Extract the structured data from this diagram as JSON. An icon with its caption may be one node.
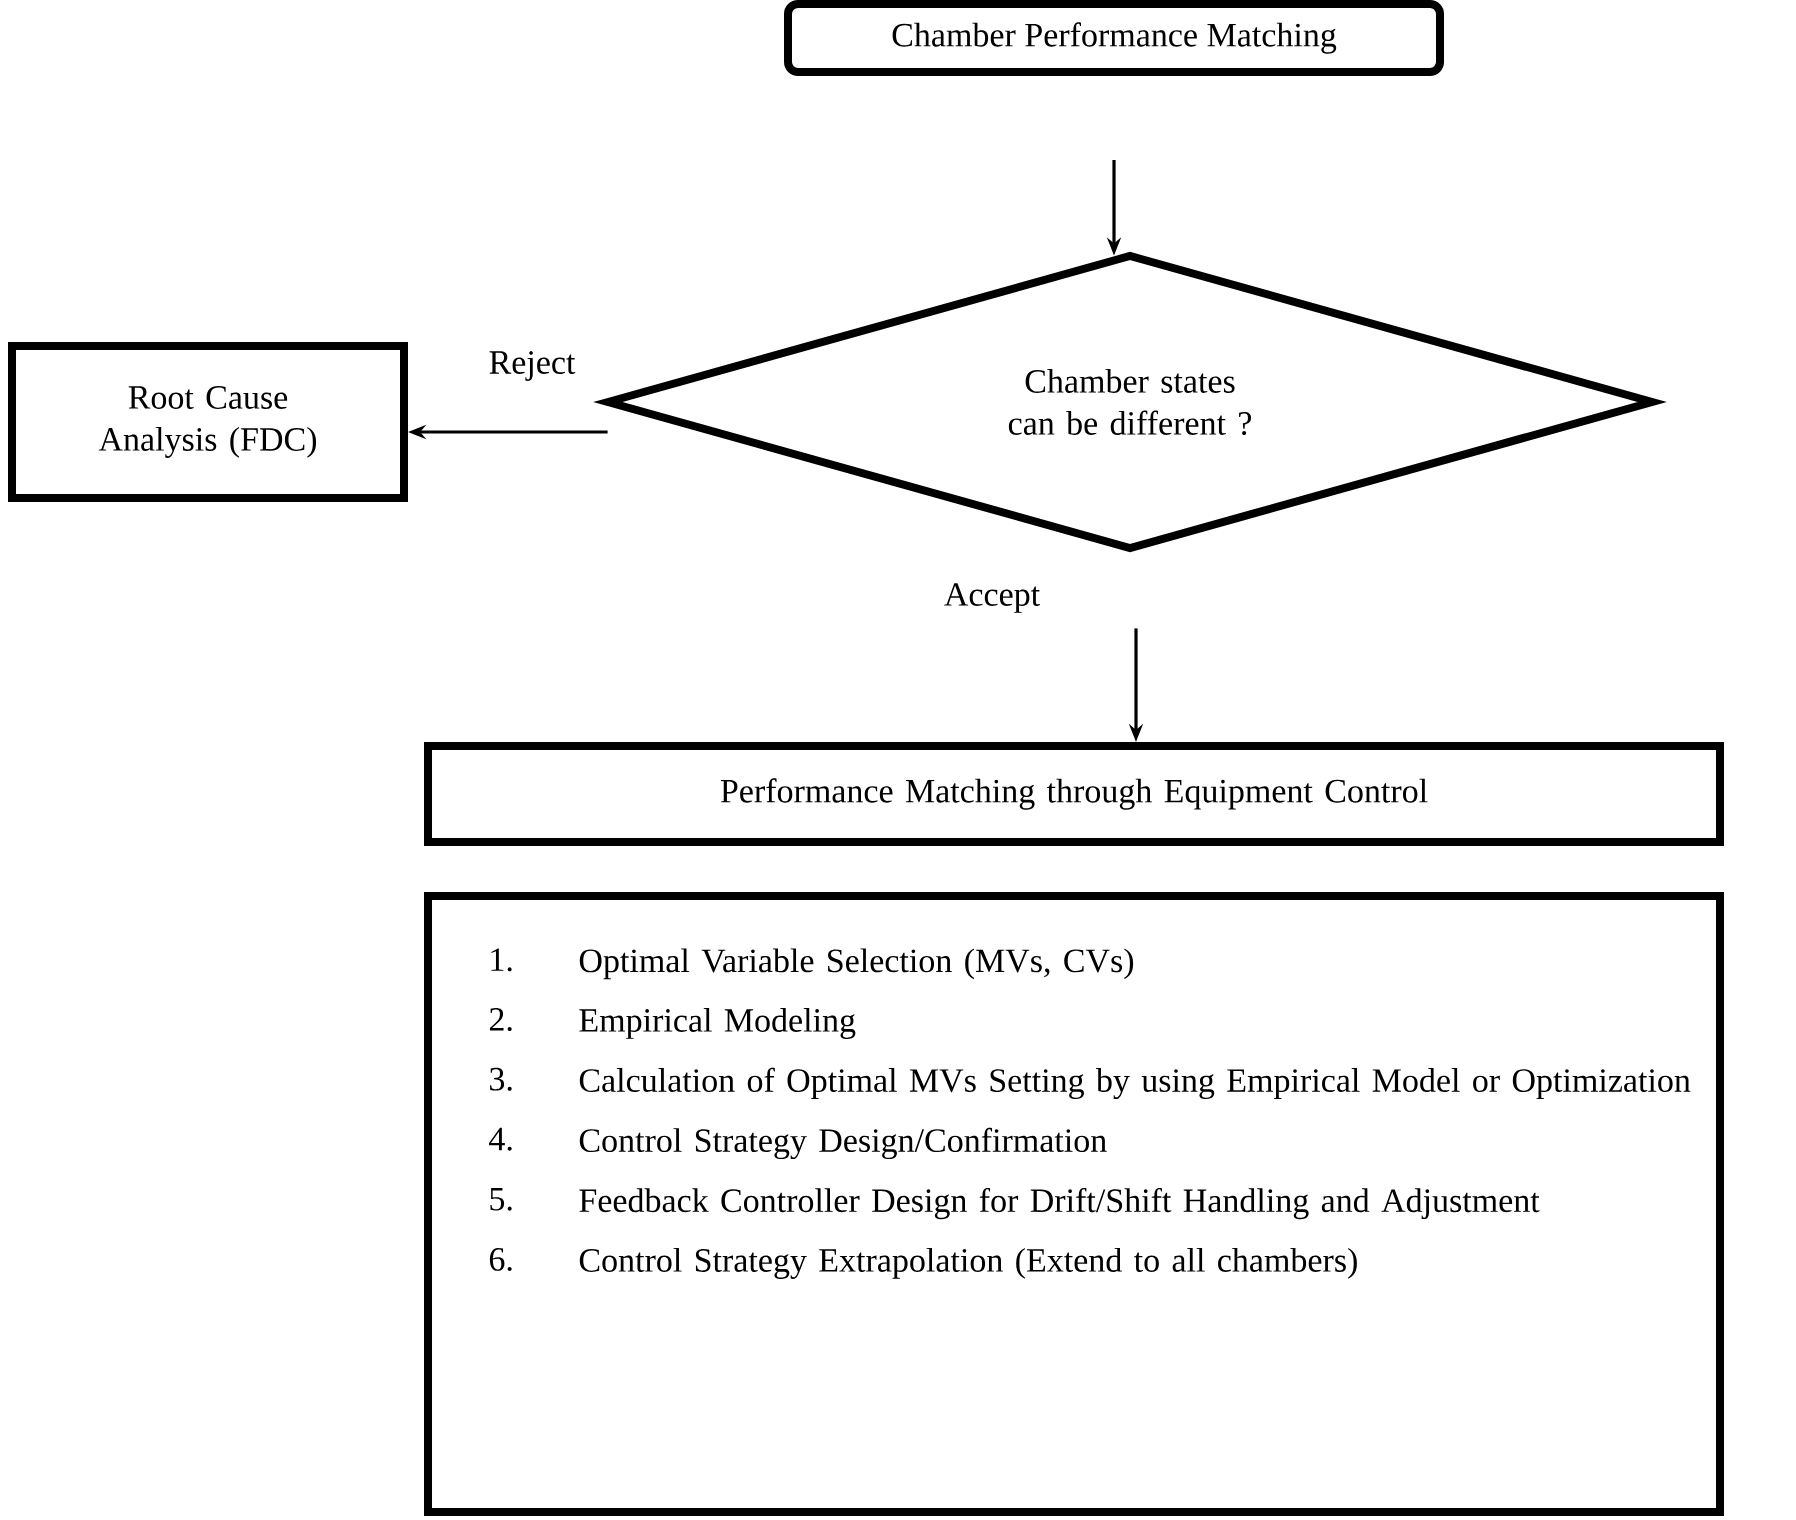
{
  "diagram": {
    "nodes": [
      {
        "text": [
          "Chamber Performance Matching"
        ]
      },
      {
        "text": [
          "Chamber states can be different ?"
        ]
      },
      {
        "text": [
          "Root Cause Analysis (FDC)"
        ]
      },
      {
        "text": [
          "Performance Matching through Equipment Control"
        ]
      },
      {
        "text": [
          "1.",
          "Optimal Variable Selection (MVs, CVs)",
          "2.",
          "Empirical Modeling",
          "3.",
          "Calculation of Optimal MVs Setting by using Empirical Model or Optimization",
          "4.",
          "Control Strategy Design/Confirmation",
          "5.",
          "Feedback Controller Design for Drift/Shift Handling and Adjustment",
          "6.",
          "Control Strategy Extrapolation (Extend to all chambers)"
        ]
      }
    ],
    "edges": [
      {
        "from": 0,
        "to": 1,
        "arrow": "to"
      },
      {
        "from": 1,
        "to": 2,
        "arrow": "to",
        "label": "Reject"
      },
      {
        "from": 1,
        "to": 3,
        "arrow": "to",
        "label": "Accept"
      }
    ]
  }
}
